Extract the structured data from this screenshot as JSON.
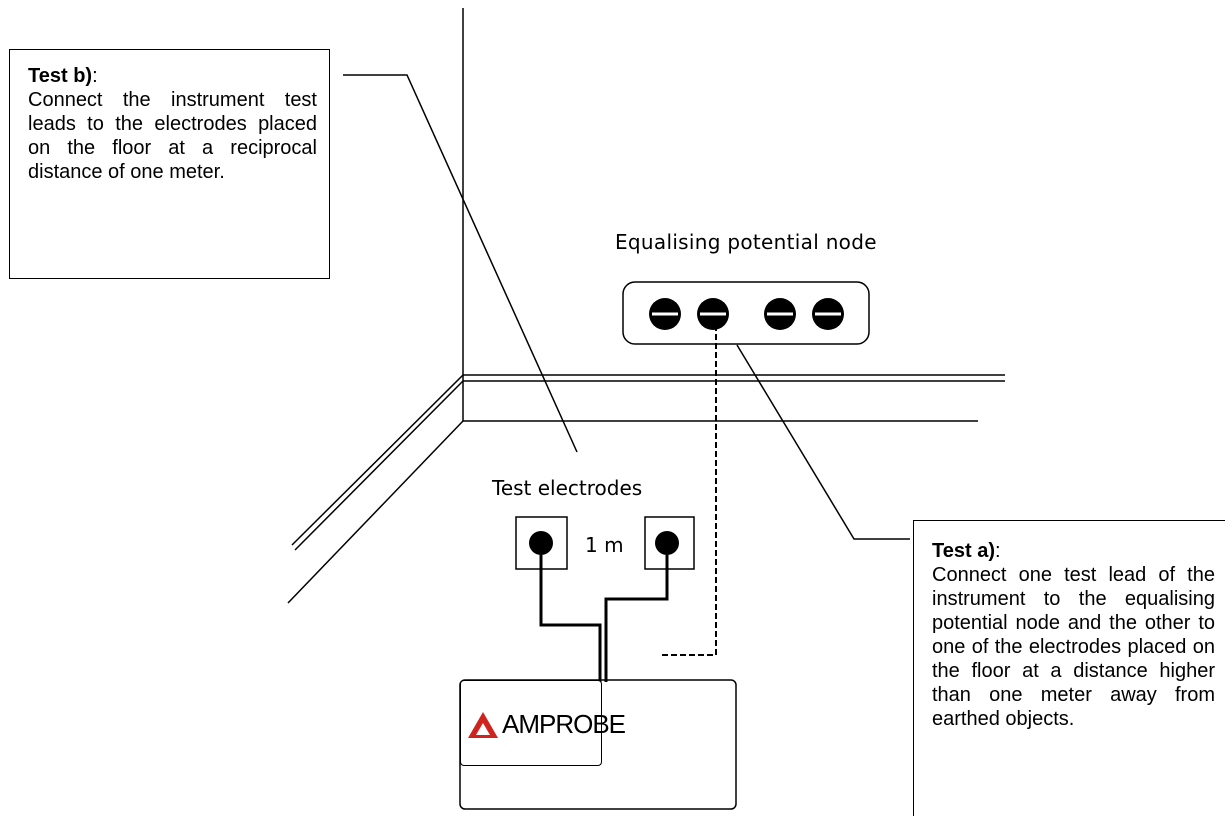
{
  "callout_b": {
    "title": "Test b)",
    "title_suffix": ":",
    "body": "Connect the instrument test leads to the electrodes placed on the floor at a reciprocal distance of one meter."
  },
  "callout_a": {
    "title": "Test a)",
    "title_suffix": ":",
    "body": "Connect one test lead of the instrument to the equalising potential node and the other to one of the electrodes placed on the floor at a distance higher than one meter away from earthed objects."
  },
  "labels": {
    "node": "Equalising potential node",
    "electrodes": "Test electrodes",
    "distance": "1 m"
  },
  "instrument": {
    "brand": "AMPROBE",
    "logo_icon": "warning-triangle-icon",
    "logo_color": "#d0231e"
  }
}
